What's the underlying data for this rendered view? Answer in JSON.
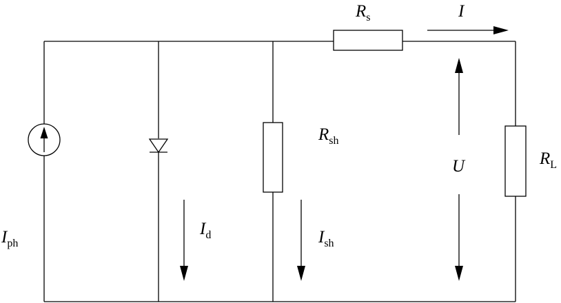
{
  "labels": {
    "Iph": {
      "main": "I",
      "sub": "ph"
    },
    "Id": {
      "main": "I",
      "sub": "d"
    },
    "Ish": {
      "main": "I",
      "sub": "sh"
    },
    "Rsh": {
      "main": "R",
      "sub": "sh"
    },
    "Rs": {
      "main": "R",
      "sub": "s"
    },
    "I": {
      "main": "I"
    },
    "U": {
      "main": "U"
    },
    "RL": {
      "main": "R",
      "sub": "L"
    }
  },
  "colors": {
    "stroke": "#000000",
    "background": "#ffffff"
  }
}
